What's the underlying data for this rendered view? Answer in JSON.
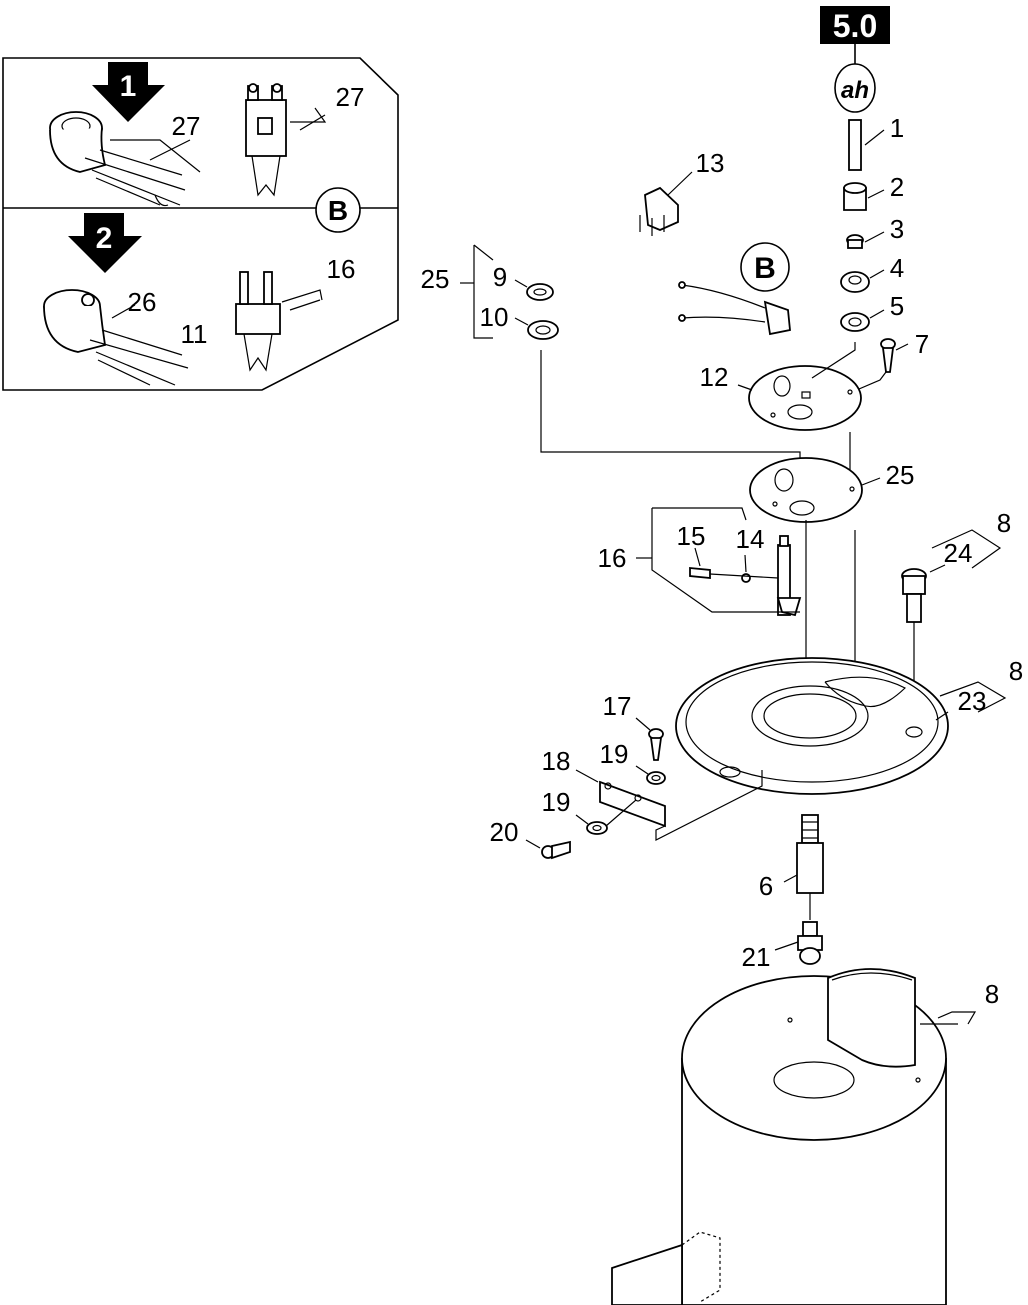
{
  "page_tag": "5.0",
  "oval_tag": "ah",
  "detail": {
    "step_1": "1",
    "step_2": "2",
    "ref_b": "B"
  },
  "ref_b_main": "B",
  "labels": {
    "p1": "1",
    "p2": "2",
    "p3": "3",
    "p4": "4",
    "p5": "5",
    "p6": "6",
    "p7": "7",
    "p8a": "8",
    "p8b": "8",
    "p8c": "8",
    "p9": "9",
    "p10": "10",
    "p11": "11",
    "p12": "12",
    "p13": "13",
    "p14": "14",
    "p15": "15",
    "p16a": "16",
    "p16b": "16",
    "p17": "17",
    "p18": "18",
    "p19a": "19",
    "p19b": "19",
    "p20": "20",
    "p21": "21",
    "p23": "23",
    "p24": "24",
    "p25a": "25",
    "p25b": "25",
    "p26": "26",
    "p27a": "27",
    "p27b": "27"
  }
}
